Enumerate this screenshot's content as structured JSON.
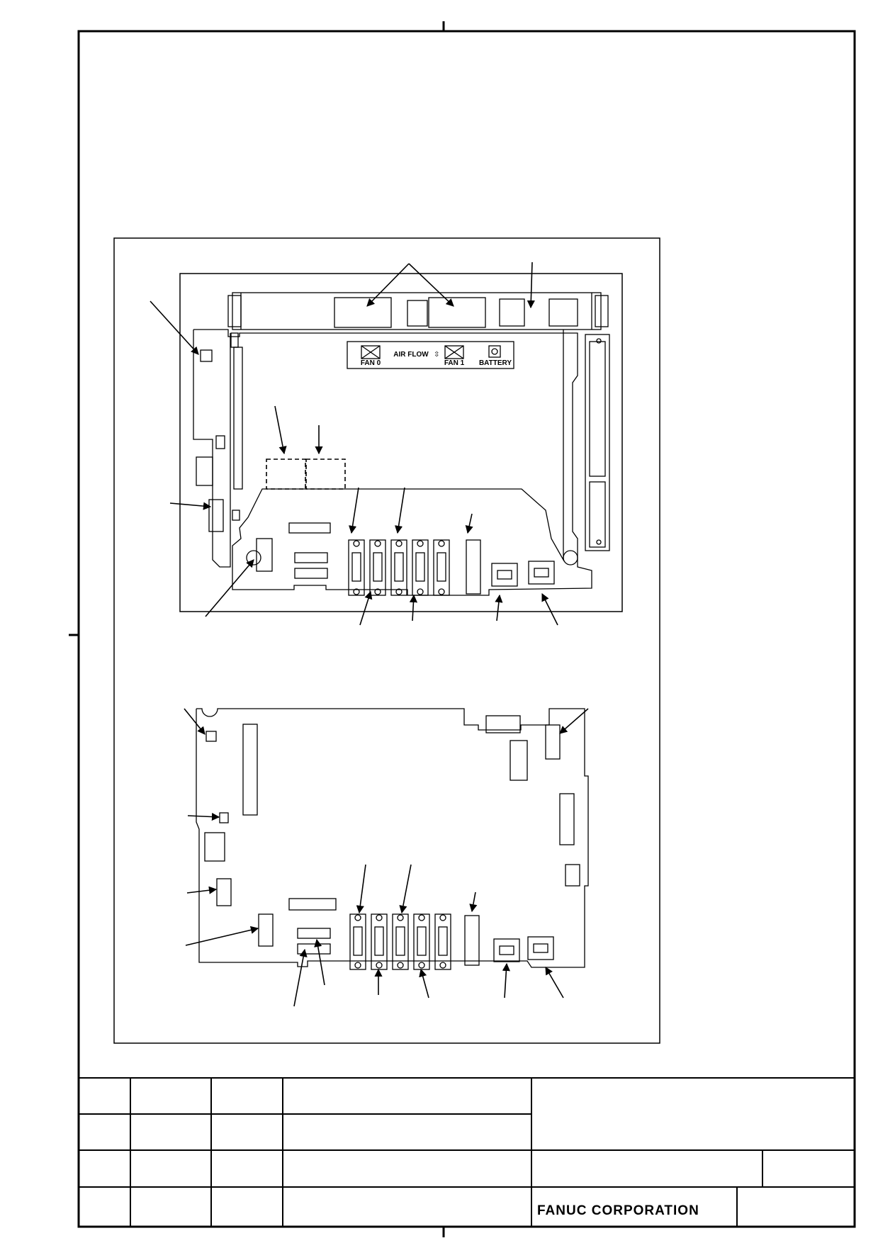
{
  "sheet": {
    "panel_labels": {
      "fan0": "FAN 0",
      "airflow": "AIR FLOW",
      "fan1": "FAN 1",
      "battery": "BATTERY"
    },
    "title_block": {
      "company": "FANUC CORPORATION"
    }
  }
}
